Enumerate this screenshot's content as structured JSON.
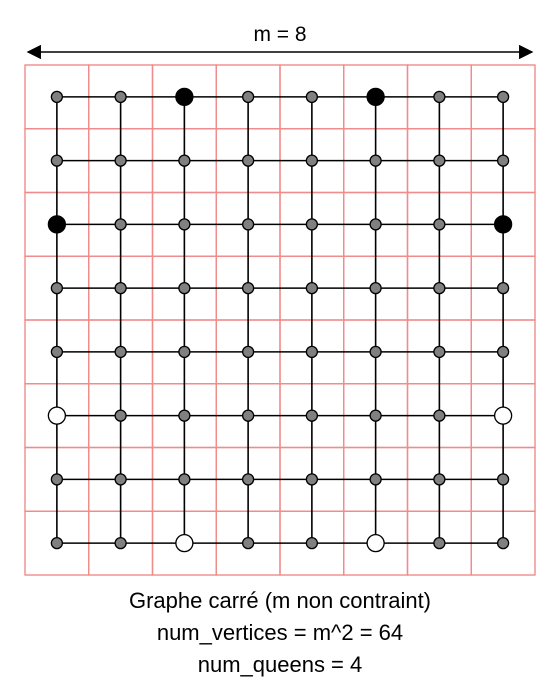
{
  "dimension_label": "m = 8",
  "grid": {
    "size": 8,
    "filled_nodes": [
      [
        2,
        0
      ],
      [
        5,
        0
      ],
      [
        0,
        2
      ],
      [
        7,
        2
      ]
    ],
    "open_nodes": [
      [
        0,
        5
      ],
      [
        7,
        5
      ],
      [
        2,
        7
      ],
      [
        5,
        7
      ]
    ]
  },
  "caption": {
    "line1": "Graphe carré (m non contraint)",
    "line2": "num_vertices = m^2 = 64",
    "line3": "num_queens = 4"
  },
  "colors": {
    "cell_border": "#f08c8c",
    "edge": "#000000",
    "node_default": "#808080",
    "node_filled": "#000000",
    "node_open": "#ffffff",
    "node_stroke": "#000000"
  }
}
